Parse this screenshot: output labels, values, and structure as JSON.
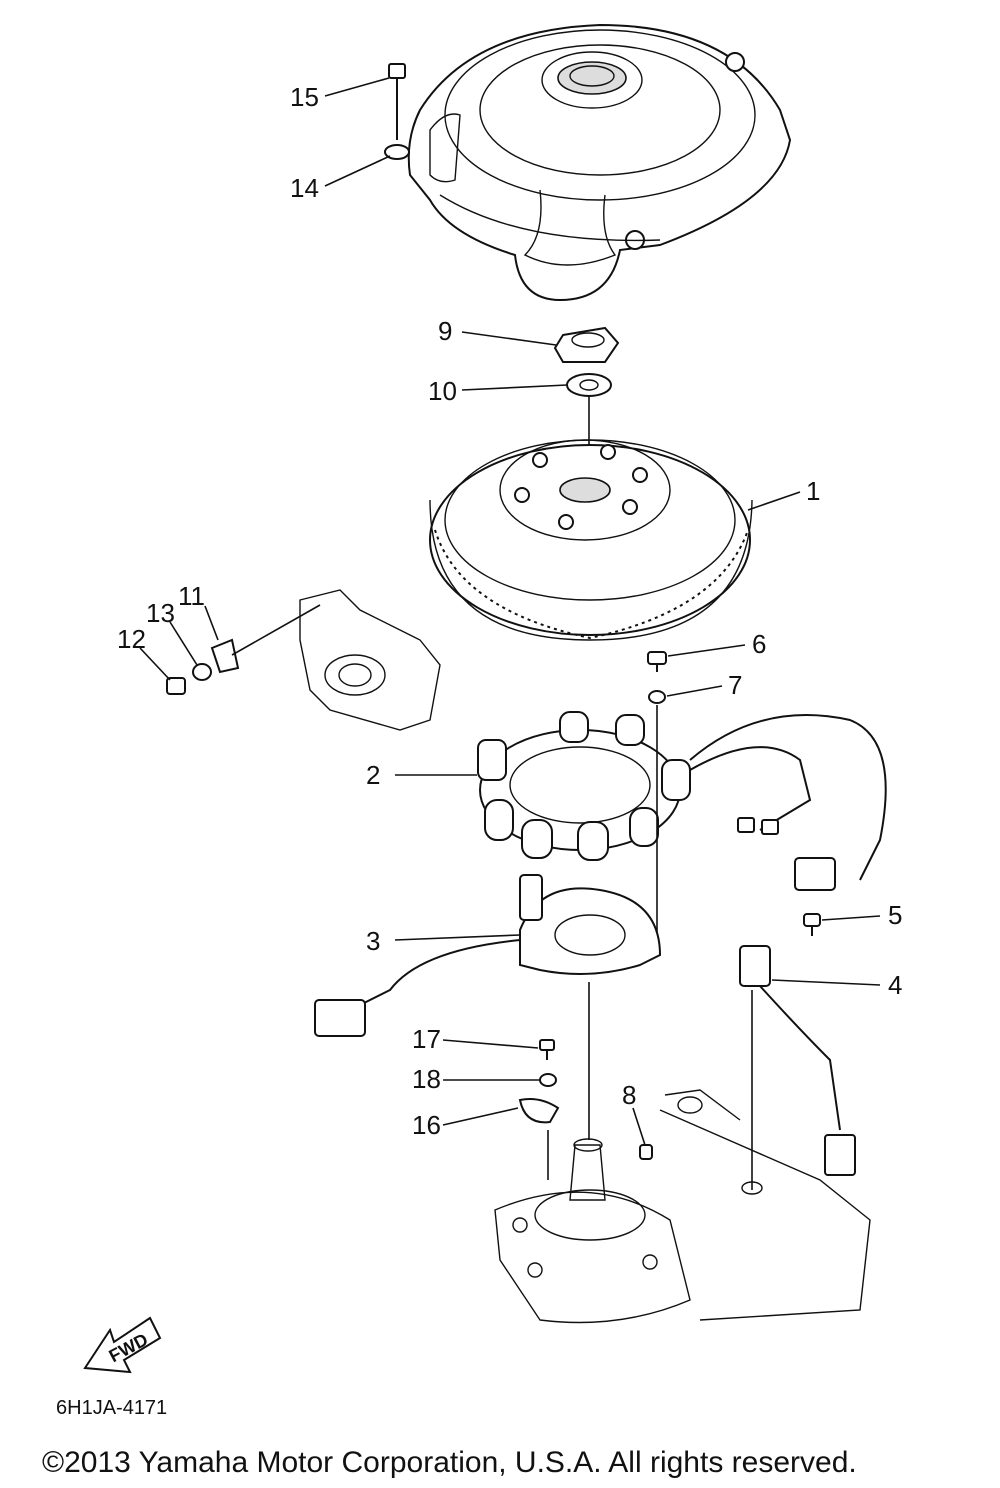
{
  "callouts": {
    "p1": "1",
    "p2": "2",
    "p3": "3",
    "p4": "4",
    "p5": "5",
    "p6": "6",
    "p7": "7",
    "p8": "8",
    "p9": "9",
    "p10": "10",
    "p11": "11",
    "p12": "12",
    "p13": "13",
    "p14": "14",
    "p15": "15",
    "p16": "16",
    "p17": "17",
    "p18": "18"
  },
  "fwd_label": "FWD",
  "diagram_code": "6H1JA-4171",
  "copyright": "©2013 Yamaha Motor Corporation, U.S.A. All rights reserved."
}
